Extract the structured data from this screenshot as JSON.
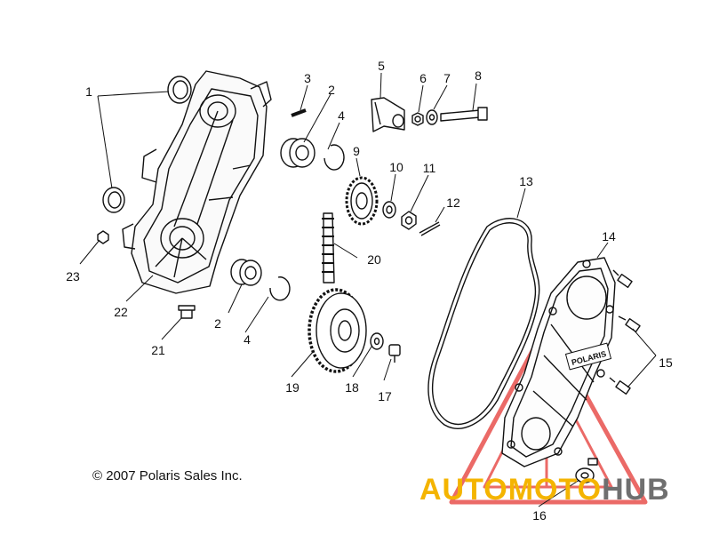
{
  "callouts": [
    "1",
    "2",
    "3",
    "4",
    "5",
    "6",
    "7",
    "8",
    "9",
    "10",
    "11",
    "12",
    "13",
    "14",
    "15",
    "16",
    "17",
    "18",
    "19",
    "20",
    "21",
    "22",
    "23",
    "2",
    "4"
  ],
  "copyright": "© 2007 Polaris Sales Inc.",
  "watermark": {
    "part1": "AUTOMOTO",
    "part2": "HUB",
    "color_primary": "#f4b400",
    "color_secondary": "#6f6f6f",
    "triangle_color": "#e53935"
  },
  "cover_logo_text": "POLARIS"
}
